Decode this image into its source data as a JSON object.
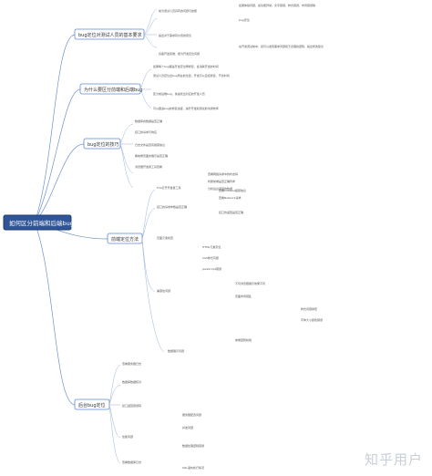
{
  "root": {
    "label": "如何区分前端和后端bug"
  },
  "branches": [
    {
      "label": "bug定位对测试人员的基本要求"
    },
    {
      "label": "为什么要区分前端和后端bug"
    },
    {
      "label": "bug定位的技巧"
    },
    {
      "label": "前端定位方法"
    },
    {
      "label": "后台bug定位"
    }
  ],
  "leaves": {
    "b1": [
      "如果体验问题，如功能异常，文字错误，样式错误，布局错误等",
      "前为测试人员具有的问题与技能",
      "bug定位",
      "提出对于需求有价值的意见",
      "在开发调试前中，就可以发现需求问题和不合理的逻辑，提出修改建议",
      "具备开发思维，能为开发定位问题"
    ],
    "b2": [
      "如果每个bug都是开发定位再修复，会消耗开发的时间",
      "测试人员定位出bug所在的位置，开发可以直接修复，节省时间",
      "区分前后端bug，快速找出对应的开发人员",
      "可以跟进bug的修复进度，提升开发和测试的沟通效率"
    ],
    "b3": [
      "数据库的数据是否正确",
      "接口的请求与响应",
      "日志文件是否有报错信息",
      "看前端页面的展示是否正确",
      "浏览器开发者工具查看",
      "查看网络请求中的状态码",
      "判断前端是否正确传参",
      "分析后台返回的数据"
    ],
    "b4": [
      "F12打开开发者工具",
      "查看Console报错信息",
      "查看Network请求",
      "接口的请求参数是否正确",
      "接口的返回是否正确",
      "页面元素检查",
      "HTML元素定位",
      "CSS样式问题",
      "JavaScript错误",
      "兼容性问题",
      "不同浏览器展示效果不同",
      "页面布局错乱",
      "样式问题排查",
      "字体大小颜色错误",
      "数据展示问题",
      "前端逻辑校验"
    ],
    "b5": [
      "查看服务器日志",
      "数据库数据核对",
      "接口返回错误码",
      "服务器配置问题",
      "性能问题",
      "并发问题",
      "数据处理逻辑错误",
      "查看数据库日志",
      "SQL语句执行情况"
    ]
  },
  "watermark": "知乎用户"
}
